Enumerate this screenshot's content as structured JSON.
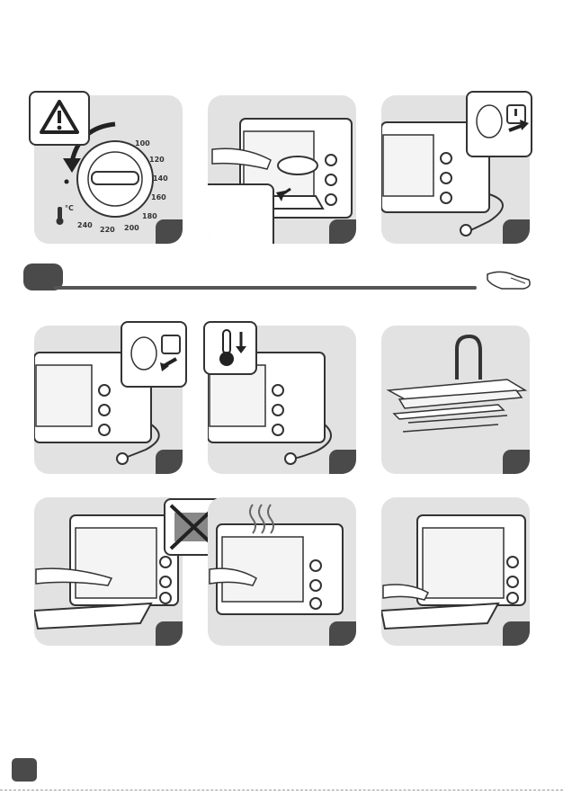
{
  "dial": {
    "labels": [
      "100",
      "120",
      "140",
      "160",
      "180",
      "200",
      "220",
      "240"
    ],
    "unit": "°C"
  }
}
